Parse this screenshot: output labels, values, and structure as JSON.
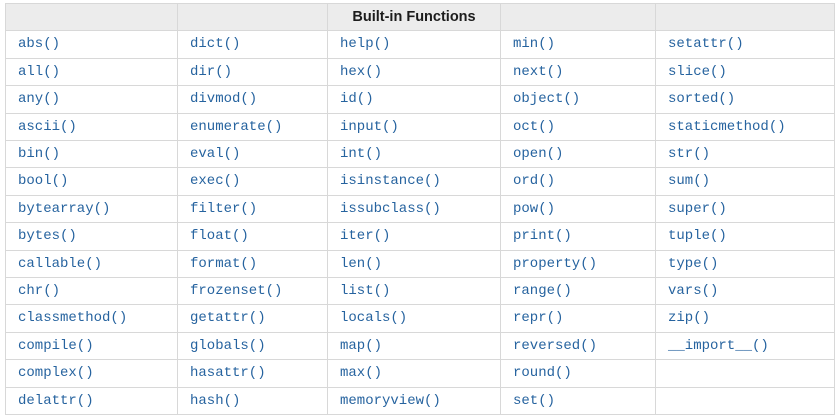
{
  "table": {
    "caption": "Built-in Functions",
    "num_columns": 5,
    "rows": [
      [
        "abs()",
        "dict()",
        "help()",
        "min()",
        "setattr()"
      ],
      [
        "all()",
        "dir()",
        "hex()",
        "next()",
        "slice()"
      ],
      [
        "any()",
        "divmod()",
        "id()",
        "object()",
        "sorted()"
      ],
      [
        "ascii()",
        "enumerate()",
        "input()",
        "oct()",
        "staticmethod()"
      ],
      [
        "bin()",
        "eval()",
        "int()",
        "open()",
        "str()"
      ],
      [
        "bool()",
        "exec()",
        "isinstance()",
        "ord()",
        "sum()"
      ],
      [
        "bytearray()",
        "filter()",
        "issubclass()",
        "pow()",
        "super()"
      ],
      [
        "bytes()",
        "float()",
        "iter()",
        "print()",
        "tuple()"
      ],
      [
        "callable()",
        "format()",
        "len()",
        "property()",
        "type()"
      ],
      [
        "chr()",
        "frozenset()",
        "list()",
        "range()",
        "vars()"
      ],
      [
        "classmethod()",
        "getattr()",
        "locals()",
        "repr()",
        "zip()"
      ],
      [
        "compile()",
        "globals()",
        "map()",
        "reversed()",
        "__import__()"
      ],
      [
        "complex()",
        "hasattr()",
        "max()",
        "round()",
        ""
      ],
      [
        "delattr()",
        "hash()",
        "memoryview()",
        "set()",
        ""
      ]
    ]
  },
  "colors": {
    "link_blue": "#26639f",
    "border_gray": "#d8d8d8",
    "header_background": "#ececec",
    "header_text": "#1c1c1c",
    "page_background": "#ffffff"
  }
}
